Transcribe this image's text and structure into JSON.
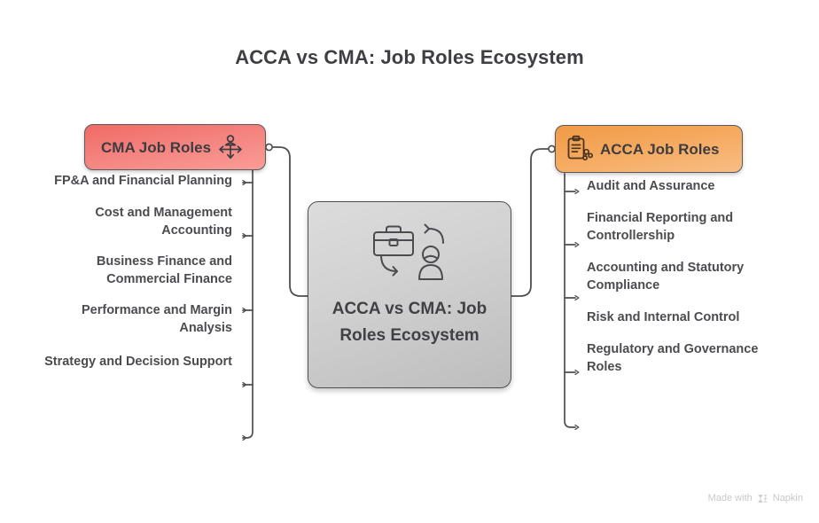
{
  "page": {
    "title": "ACCA vs CMA: Job Roles Ecosystem",
    "background_color": "#ffffff"
  },
  "center_node": {
    "label": "ACCA vs CMA: Job Roles Ecosystem",
    "icon": "briefcase-person-exchange-icon",
    "fill_start": "#dcdcdc",
    "fill_end": "#bdbdbd",
    "border_color": "#4f4f53"
  },
  "branches": [
    {
      "id": "cma",
      "side": "left",
      "badge": {
        "label": "CMA Job Roles",
        "icon": "person-four-way-arrows-icon",
        "fill_start": "#f06a66",
        "fill_end": "#fa9c96",
        "border_color": "#5a5a5e"
      },
      "items": [
        "FP&A and Financial Planning",
        "Cost and Management Accounting",
        "Business Finance and Commercial Finance",
        "Performance and Margin Analysis",
        "Strategy and Decision Support"
      ]
    },
    {
      "id": "acca",
      "side": "right",
      "badge": {
        "label": "ACCA Job Roles",
        "icon": "clipboard-share-icon",
        "fill_start": "#f09a46",
        "fill_end": "#f8bd84",
        "border_color": "#5a5a5e"
      },
      "items": [
        "Audit and Assurance",
        "Financial Reporting and Controllership",
        "Accounting and Statutory Compliance",
        "Risk and Internal Control",
        "Regulatory and Governance Roles"
      ]
    }
  ],
  "watermark": {
    "prefix": "Made with",
    "brand": "Napkin",
    "icon": "napkin-logo-icon",
    "color": "#c8c8cc"
  },
  "connector": {
    "stroke_color": "#4f4f53"
  }
}
